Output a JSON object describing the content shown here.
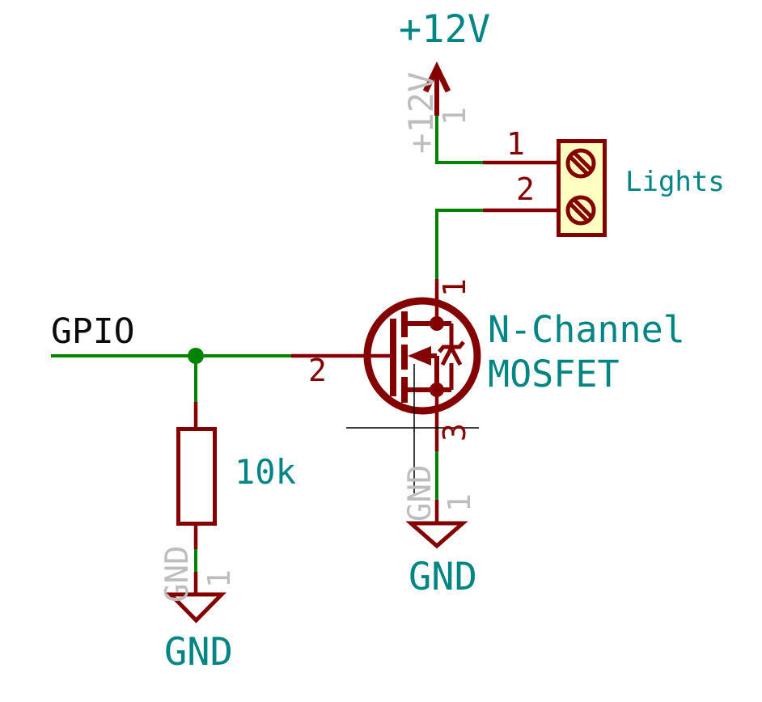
{
  "colors": {
    "background": "#FFFFFF",
    "wire_green": "#008400",
    "symbol_dark_red": "#840000",
    "label_teal": "#008484",
    "hidden_pin_gray": "#BDBDBD",
    "component_fill_yellow": "#FFFFC2",
    "net_label_black": "#0A0A0A",
    "crosshair_black": "#000000"
  },
  "power_12v": {
    "label": "+12V",
    "pin_name": "+12V",
    "pin_number": "1"
  },
  "gpio": {
    "label": "GPIO"
  },
  "terminal": {
    "value": "Lights",
    "pin1": "1",
    "pin2": "2"
  },
  "mosfet": {
    "value_line1": "N-Channel",
    "value_line2": "MOSFET",
    "pin_drain": "1",
    "pin_gate": "2",
    "pin_source": "3"
  },
  "resistor": {
    "value": "10k"
  },
  "gnd_source": {
    "label": "GND",
    "pin_name": "GND",
    "pin_number": "1"
  },
  "gnd_resistor": {
    "label": "GND",
    "pin_name": "GND",
    "pin_number": "1"
  }
}
